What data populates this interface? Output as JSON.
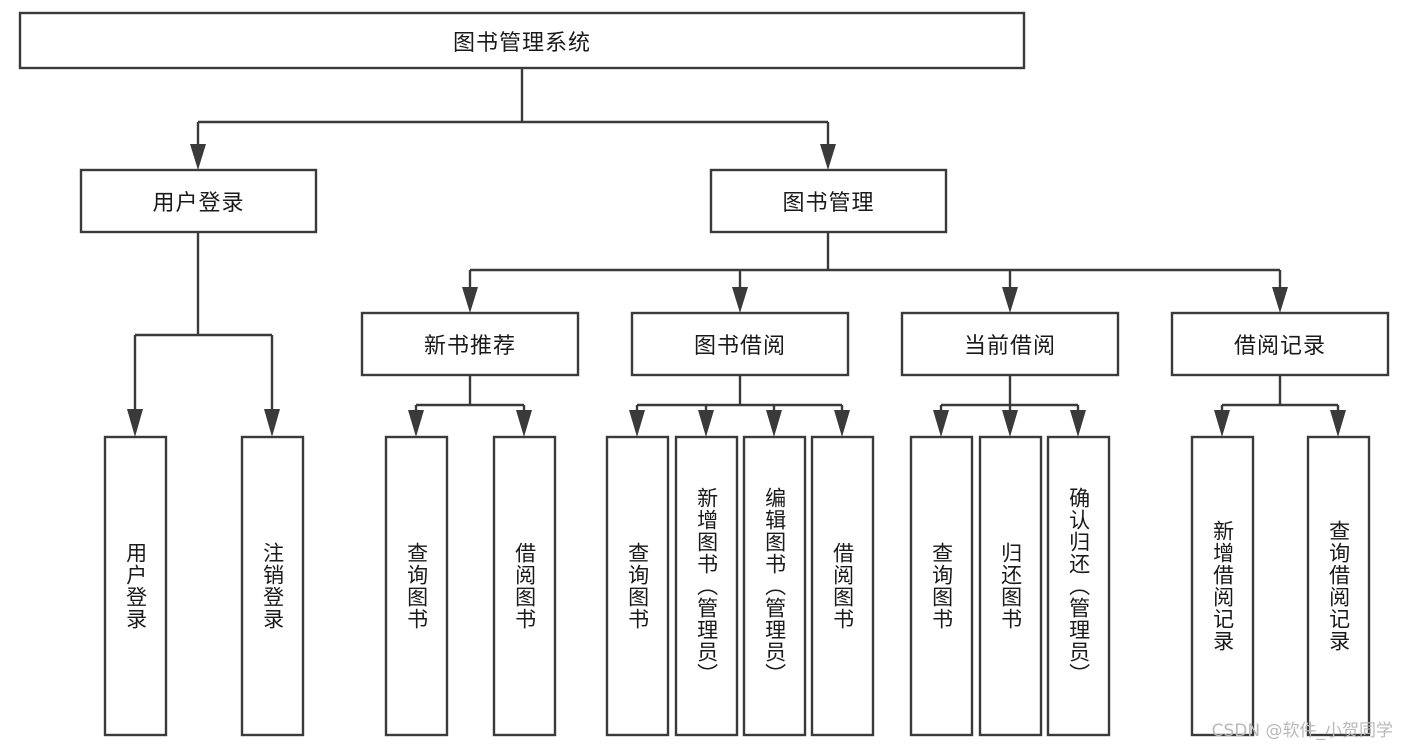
{
  "diagram": {
    "type": "tree-hierarchy-chart",
    "title": "图书管理系统",
    "watermark": "CSDN @软件_小贺同学",
    "colors": {
      "stroke": "#3a3a3a",
      "box_fill": "#ffffff",
      "text": "#1a1a1a",
      "background": "#ffffff",
      "watermark": "#b9b9b9"
    },
    "levels": {
      "root": {
        "label": "图书管理系统"
      },
      "level2": [
        {
          "label": "用户登录"
        },
        {
          "label": "图书管理"
        }
      ],
      "level3": [
        {
          "label": "新书推荐"
        },
        {
          "label": "图书借阅"
        },
        {
          "label": "当前借阅"
        },
        {
          "label": "借阅记录"
        }
      ],
      "leaves": {
        "user_login": [
          {
            "label": "用户登录"
          },
          {
            "label": "注销登录"
          }
        ],
        "new_book_recommend": [
          {
            "label": "查询图书"
          },
          {
            "label": "借阅图书"
          }
        ],
        "book_borrow": [
          {
            "label": "查询图书"
          },
          {
            "label": "新增图书（管理员）"
          },
          {
            "label": "编辑图书（管理员）"
          },
          {
            "label": "借阅图书"
          }
        ],
        "current_borrow": [
          {
            "label": "查询图书"
          },
          {
            "label": "归还图书"
          },
          {
            "label": "确认归还（管理员）"
          }
        ],
        "borrow_record": [
          {
            "label": "新增借阅记录"
          },
          {
            "label": "查询借阅记录"
          }
        ]
      }
    }
  }
}
